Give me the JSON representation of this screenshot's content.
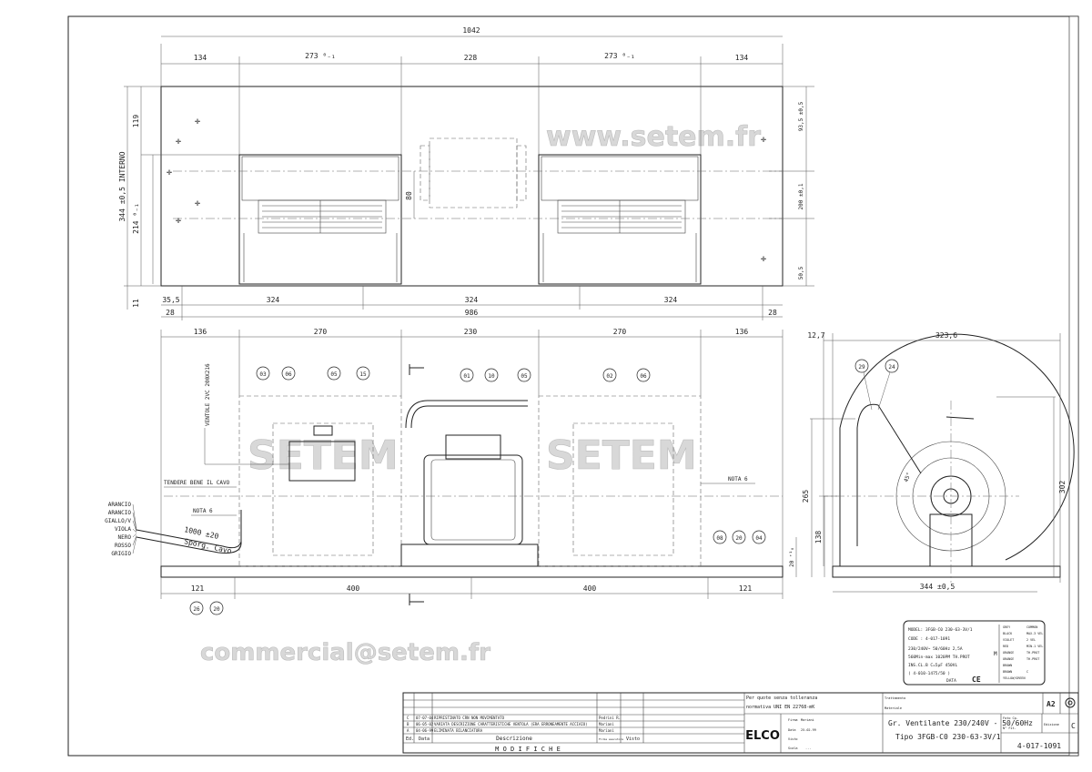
{
  "drawing": {
    "top_view": {
      "overall": "1042",
      "top_row": [
        "134",
        "273 ⁰₋₁",
        "228",
        "273 ⁰₋₁",
        "134"
      ],
      "bottom_row_1": [
        "35,5",
        "324",
        "324",
        "324"
      ],
      "bottom_row_2": [
        "28",
        "986",
        "28"
      ],
      "left_dims": [
        "119",
        "344 ±0,5 INTERNO",
        "214 ⁰₋₁",
        "11"
      ],
      "right_dims": [
        "93,5 ±0,5",
        "200 ±0,1",
        "50,5"
      ],
      "center_dim": "80"
    },
    "front_view": {
      "top_row": [
        "136",
        "270",
        "230",
        "270",
        "136"
      ],
      "bottom_row": [
        "121",
        "400",
        "400",
        "121"
      ],
      "right_dims": [
        "20 ⁺¹₀"
      ],
      "notes": [
        "VENTOLE 2VC 200X216",
        "TENDERE BENE IL CAVO",
        "NOTA 6",
        "NOTA 6",
        "1000 ±20",
        "Sporg. Cavo"
      ],
      "wires": [
        "ARANCIO",
        "ARANCIO",
        "GIALLO/V",
        "VIOLA",
        "NERO",
        "ROSSO",
        "GRIGIO"
      ],
      "bubbles": [
        "03",
        "06",
        "05",
        "15",
        "01",
        "10",
        "05",
        "02",
        "06",
        "08",
        "20",
        "04",
        "26",
        "20"
      ]
    },
    "side_view": {
      "dims": [
        "12,7",
        "323,6",
        "302",
        "265",
        "138",
        "344 ±0,5",
        "45°"
      ],
      "bubbles": [
        "29",
        "24"
      ]
    }
  },
  "nameplate": {
    "model": "MODEL: 3FGB-C0 230-63-3V/1",
    "code": "CODE  :  4-017-1091",
    "line1": "230/240V~   50/60Hz   2,5A",
    "line2": "560Min-max  1020PM   TH.PROT",
    "line3": "INS.CL.B    C=5µF  450VL",
    "line4": "( 4-010-1475/50 )",
    "data_label": "DATA",
    "ce": "CE",
    "motor": "M",
    "wires": [
      {
        "color": "GREY",
        "fn": "COMMON"
      },
      {
        "color": "BLACK",
        "fn": "MAX-3 VEL"
      },
      {
        "color": "VIOLET",
        "fn": "2 VEL"
      },
      {
        "color": "RED",
        "fn": "MIN-1 VEL"
      },
      {
        "color": "ORANGE",
        "fn": "TH.PROT"
      },
      {
        "color": "ORANGE",
        "fn": "TH.PROT"
      },
      {
        "color": "BROWN",
        "fn": ""
      },
      {
        "color": "BROWN",
        "fn": "C"
      },
      {
        "color": "YELLOW/GREEN",
        "fn": ""
      }
    ]
  },
  "title_block": {
    "revisions": [
      {
        "ed": "C",
        "date": "07-07-04",
        "desc": "RIPRISTINATO CRN NON MOVIMENTATO",
        "sign": "Pedrini R."
      },
      {
        "ed": "B",
        "date": "06-05-02",
        "desc": "VARIATA DESCRIZIONE CARATTERISTICHE VENTOLA (ERA ERRONEAMENTE ACCIAIO)",
        "sign": "Mariani"
      },
      {
        "ed": "A",
        "date": "04-06-99",
        "desc": "ELIMINATA BILANCIATURA",
        "sign": "Mariani"
      }
    ],
    "headers": {
      "ed": "Ed.",
      "date": "Data",
      "desc": "Descrizione",
      "sign": "Firma esecutore",
      "visto": "Visto"
    },
    "modifiche": "M O D I F I C H E",
    "tolerance_note": [
      "Per quote senza tolleranza",
      "normativa UNI EN 22768-mK"
    ],
    "trattamento": "Trattamento",
    "materiale": "Materiale",
    "logo": "ELCO",
    "firma": "Firma",
    "firma_value": "Mariani",
    "data": "Data",
    "data_value": "25-02-99",
    "visto": "Visto",
    "scala": "Scala",
    "scala_value": "...",
    "title1": "Gr. Ventilante 230/240V - 50/60Hz",
    "title2": "Tipo 3FGB-C0 230-63-3V/1",
    "format": "A2",
    "foto": "Foto Cp.",
    "nfit": "N° Fit.",
    "edizione_label": "Edizione",
    "edizione": "C",
    "drawing_number": "4-017-1091"
  },
  "watermark": [
    "www.setem.fr",
    "SETEM",
    "commercial@setem.fr"
  ]
}
